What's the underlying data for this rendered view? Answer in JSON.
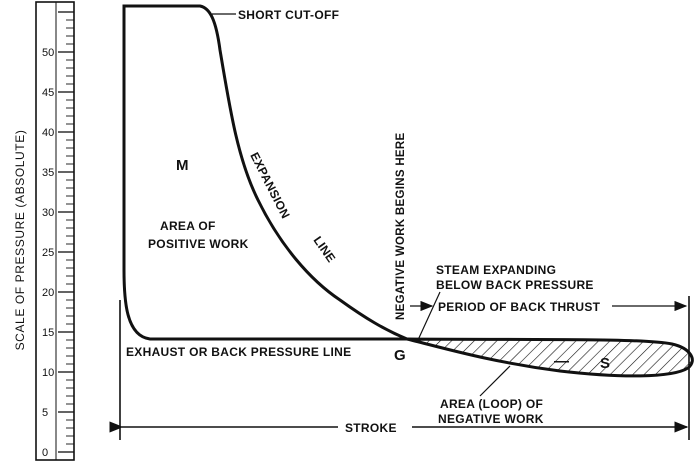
{
  "scale": {
    "label": "SCALE OF PRESSURE (ABSOLUTE)",
    "min": 0,
    "max": 55,
    "ticks": [
      "0",
      "5",
      "10",
      "15",
      "20",
      "25",
      "30",
      "35",
      "40",
      "45",
      "50"
    ]
  },
  "labels": {
    "short_cutoff": "SHORT CUT-OFF",
    "region_m": "M",
    "positive_work_line1": "AREA OF",
    "positive_work_line2": "POSITIVE WORK",
    "expansion": "EXPANSION",
    "line": "LINE",
    "negative_work_begins": "NEGATIVE WORK BEGINS HERE",
    "steam_expanding_line1": "STEAM EXPANDING",
    "steam_expanding_line2": "BELOW BACK PRESSURE",
    "period_back_thrust": "PERIOD OF BACK THRUST",
    "exhaust_line": "EXHAUST OR BACK PRESSURE LINE",
    "point_g": "G",
    "minus": "—",
    "region_s": "S",
    "negative_area_line1": "AREA (LOOP) OF",
    "negative_area_line2": "NEGATIVE WORK",
    "stroke": "STROKE"
  },
  "colors": {
    "ink": "#111111",
    "paper": "#ffffff"
  }
}
